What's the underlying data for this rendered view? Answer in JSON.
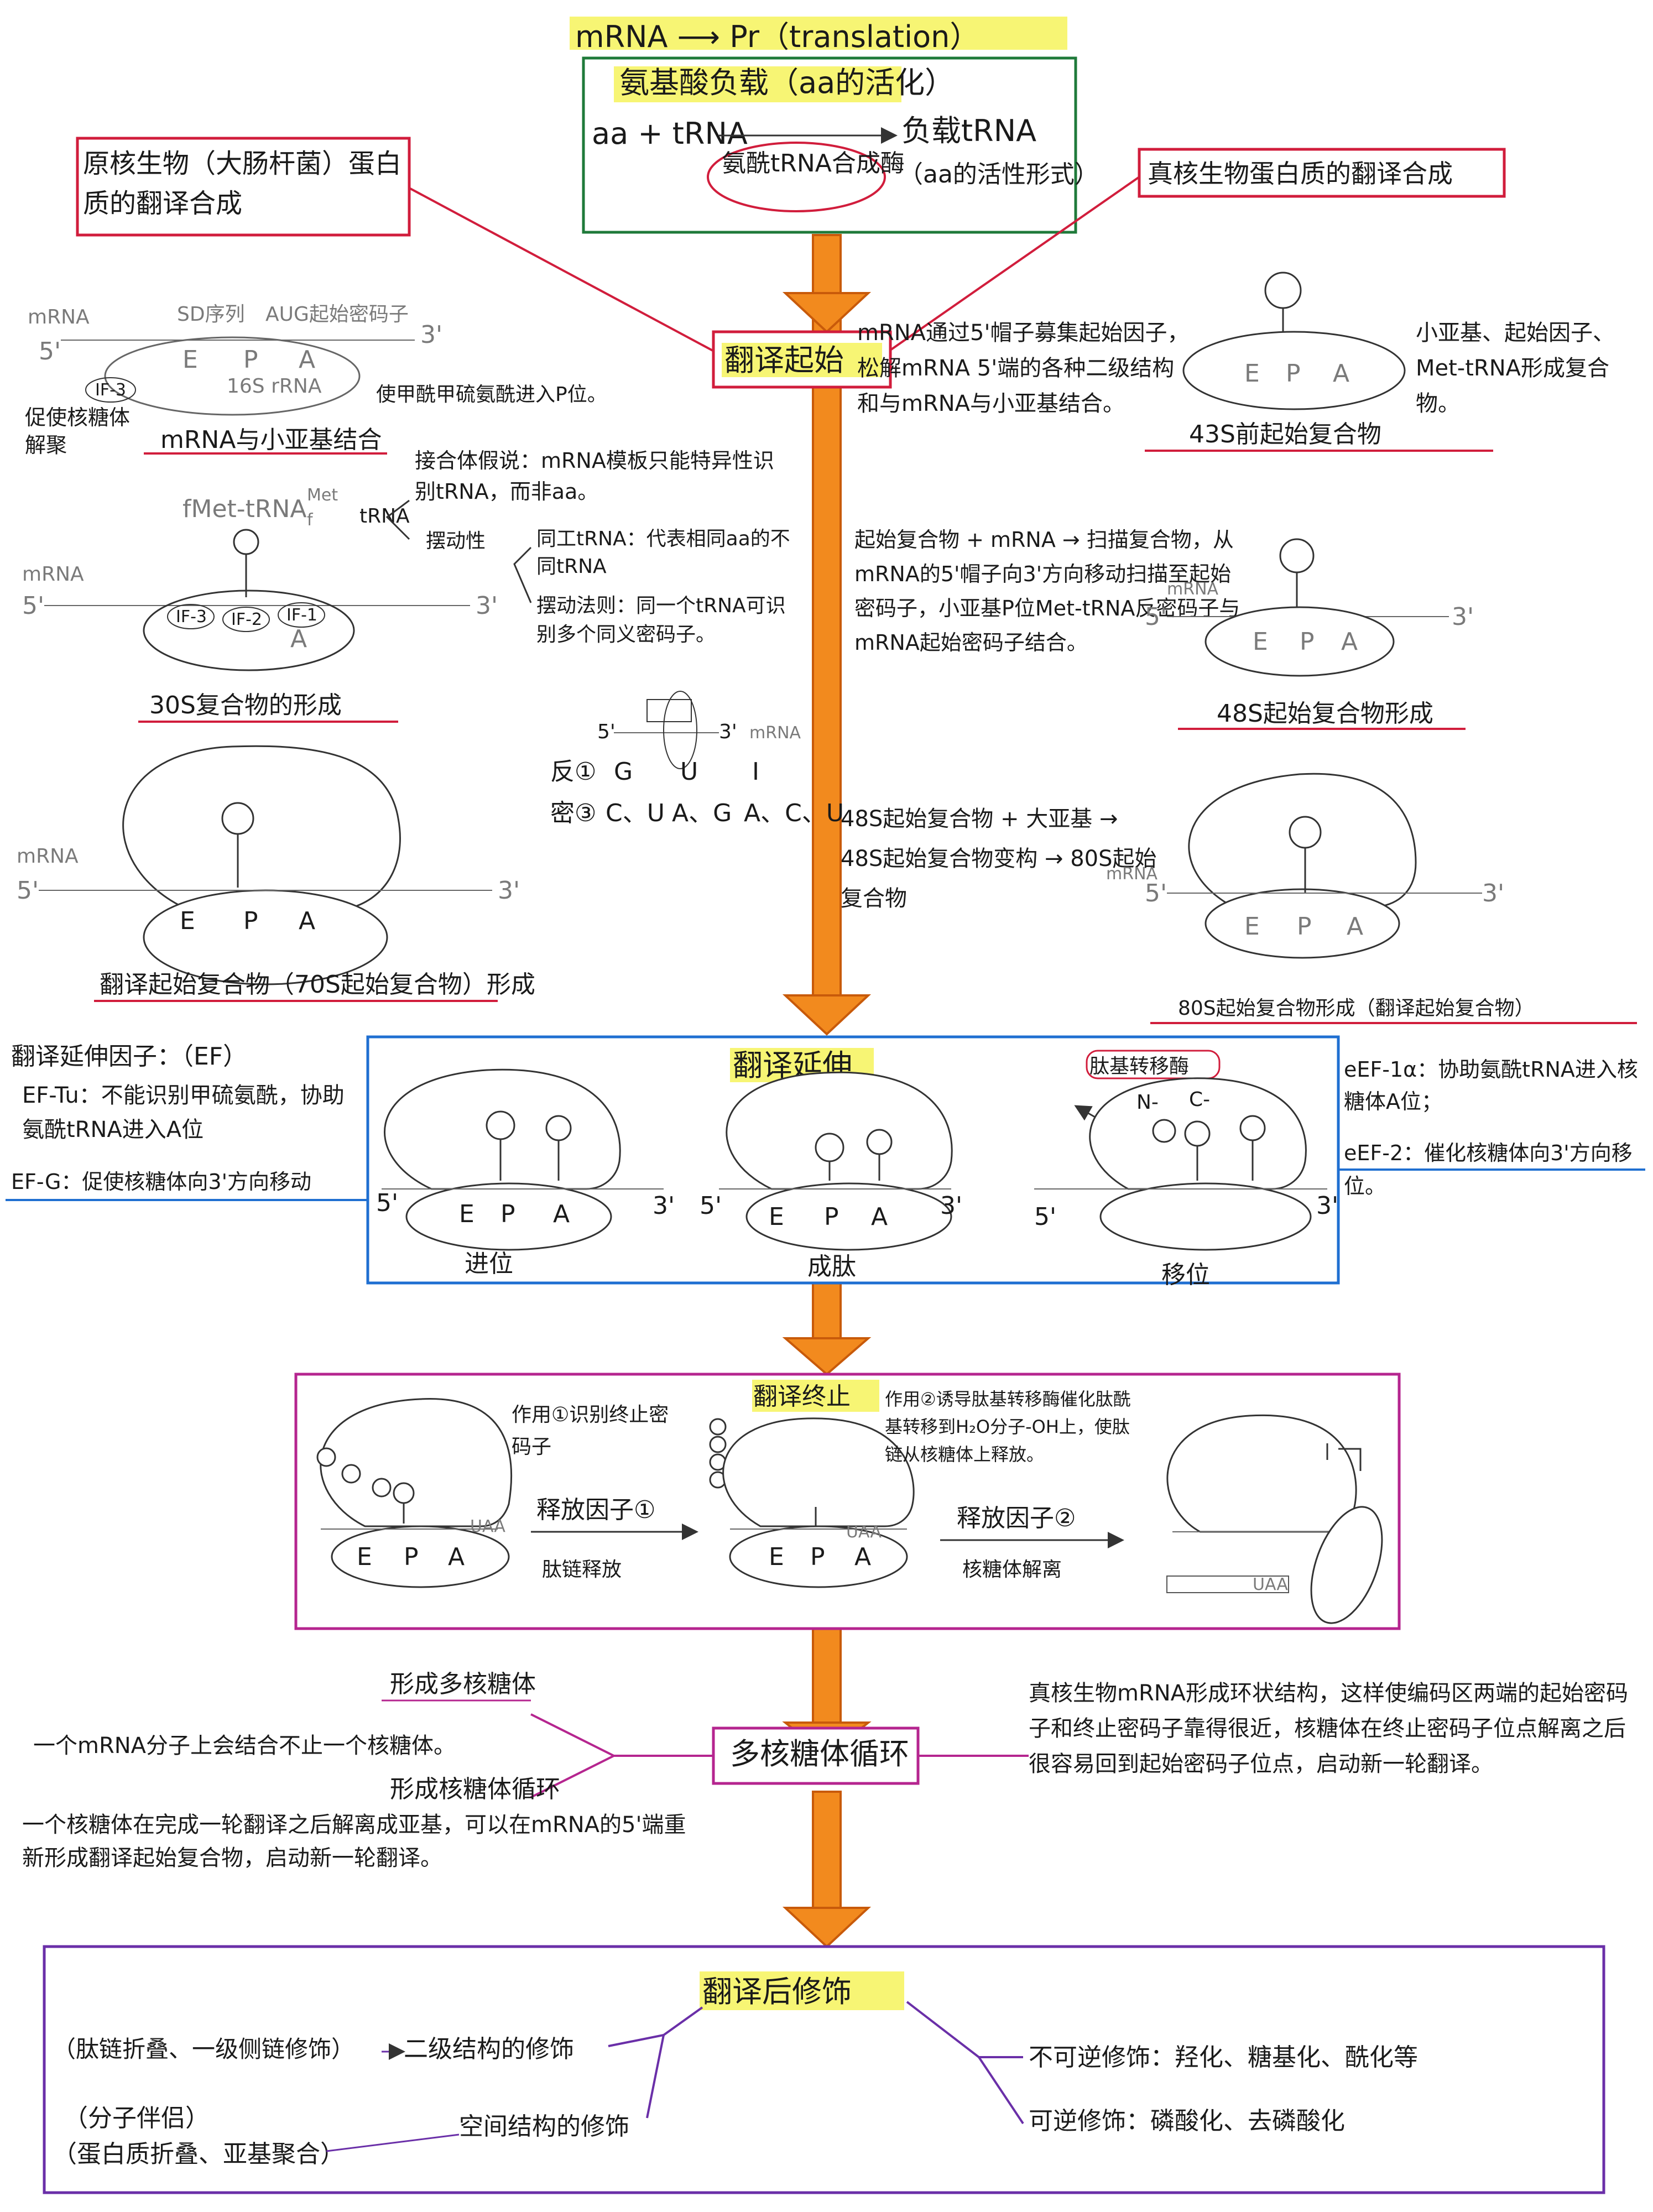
{
  "header": {
    "title": "mRNA ⟶ Pr（translation）"
  },
  "activation": {
    "heading": "氨基酸负载（aa的活化）",
    "reactant": "aa + tRNA",
    "enzyme": "氨酰tRNA合成酶",
    "product": "负载tRNA",
    "product_note": "（aa的活性形式）"
  },
  "prokaryote_box": "原核生物（大肠杆菌）蛋白质的翻译合成",
  "eukaryote_box": "真核生物蛋白质的翻译合成",
  "stages": {
    "initiation": "翻译起始",
    "elongation": "翻译延伸",
    "termination": "翻译终止",
    "polysome": "多核糖体循环",
    "modification": "翻译后修饰"
  },
  "prok_init": {
    "diagram1": {
      "mrna": "mRNA",
      "five": "5'",
      "three": "3'",
      "sd": "SD序列",
      "aug": "AUG起始密码子",
      "E": "E",
      "P": "P",
      "A": "A",
      "trna16s": "16S rRNA",
      "if3": "IF-3",
      "if3_note": "促使核糖体解聚",
      "fmet_note": "使甲酰甲硫氨酰进入P位。",
      "caption": "mRNA与小亚基结合"
    },
    "diagram2": {
      "fmet": "fMet-tRNA",
      "fmet_sup": "Met",
      "fmet_sub": "f",
      "mrna": "mRNA",
      "five": "5'",
      "three": "3'",
      "if3": "IF-3",
      "if2": "IF-2",
      "if1": "IF-1",
      "A": "A",
      "caption": "30S复合物的形成"
    },
    "diagram3": {
      "mrna": "mRNA",
      "five": "5'",
      "three": "3'",
      "E": "E",
      "P": "P",
      "A": "A",
      "caption": "翻译起始复合物（70S起始复合物）形成"
    }
  },
  "trna_notes": {
    "label": "tRNA",
    "adapter": "接合体假说：mRNA模板只能特异性识别tRNA，而非aa。",
    "wobble_label": "摆动性",
    "isoacceptor": "同工tRNA：代表相同aa的不同tRNA",
    "wobble_rule": "摆动法则：同一个tRNA可识别多个同义密码子。",
    "codon_five": "5'",
    "codon_three": "3'",
    "codon_mrna": "mRNA",
    "anticodon_label": "反①",
    "codon_label": "密③",
    "wobble_anticodon": [
      "G",
      "U",
      "I"
    ],
    "wobble_codon": [
      "C、U",
      "A、G",
      "A、C、U"
    ]
  },
  "euk_init": {
    "step1_text": "mRNA通过5'帽子募集起始因子，松解mRNA 5'端的各种二级结构和与mRNA与小亚基结合。",
    "step1_side": "小亚基、起始因子、Met-tRNA形成复合物。",
    "step1_caption": "43S前起始复合物",
    "step2_text": "起始复合物 + mRNA → 扫描复合物，从mRNA的5'帽子向3'方向移动扫描至起始密码子，小亚基P位Met-tRNA反密码子与mRNA起始密码子结合。",
    "step2_caption": "48S起始复合物形成",
    "step3_text": "48S起始复合物 + 大亚基 → 48S起始复合物变构 → 80S起始复合物",
    "step3_caption": "80S起始复合物形成（翻译起始复合物）",
    "mrna": "mRNA",
    "five": "5'",
    "three": "3'",
    "E": "E",
    "P": "P",
    "A": "A"
  },
  "elongation": {
    "ef_title": "翻译延伸因子：（EF）",
    "ef_tu": "EF-Tu：不能识别甲硫氨酰，协助氨酰tRNA进入A位",
    "ef_g": "EF-G：促使核糖体向3'方向移动",
    "eef1a": "eEF-1α：协助氨酰tRNA进入核糖体A位；",
    "eef2": "eEF-2：催化核糖体向3'方向移位。",
    "enzyme": "肽基转移酶",
    "n": "N-",
    "c": "C-",
    "captions": [
      "进位",
      "成肽",
      "移位"
    ],
    "E": "E",
    "P": "P",
    "A": "A",
    "five": "5'",
    "three": "3'"
  },
  "termination": {
    "fn1": "作用①识别终止密码子",
    "rf": "释放因子①",
    "release": "肽链释放",
    "fn2": "作用②诱导肽基转移酶催化肽酰基转移到H₂O分子-OH上，使肽链从核糖体上释放。",
    "rf2": "释放因子②",
    "dissociate": "核糖体解离",
    "uaa": "UAA",
    "E": "E",
    "P": "P",
    "A": "A"
  },
  "polysome": {
    "form_polysome": "形成多核糖体",
    "left1": "一个mRNA分子上会结合不止一个核糖体。",
    "form_cycle": "形成核糖体循环",
    "left2": "一个核糖体在完成一轮翻译之后解离成亚基，可以在mRNA的5'端重新形成翻译起始复合物，启动新一轮翻译。",
    "right": "真核生物mRNA形成环状结构，这样使编码区两端的起始密码子和终止密码子靠得很近，核糖体在终止密码子位点解离之后很容易回到起始密码子位点，启动新一轮翻译。"
  },
  "modification": {
    "folding_note": "（肽链折叠、一级侧链修饰）",
    "secondary": "二级结构的修饰",
    "chaperone": "（分子伴侣）",
    "fold_assembly": "（蛋白质折叠、亚基聚合）",
    "spatial": "空间结构的修饰",
    "irreversible": "不可逆修饰：羟化、糖基化、酰化等",
    "reversible": "可逆修饰：磷酸化、去磷酸化"
  }
}
